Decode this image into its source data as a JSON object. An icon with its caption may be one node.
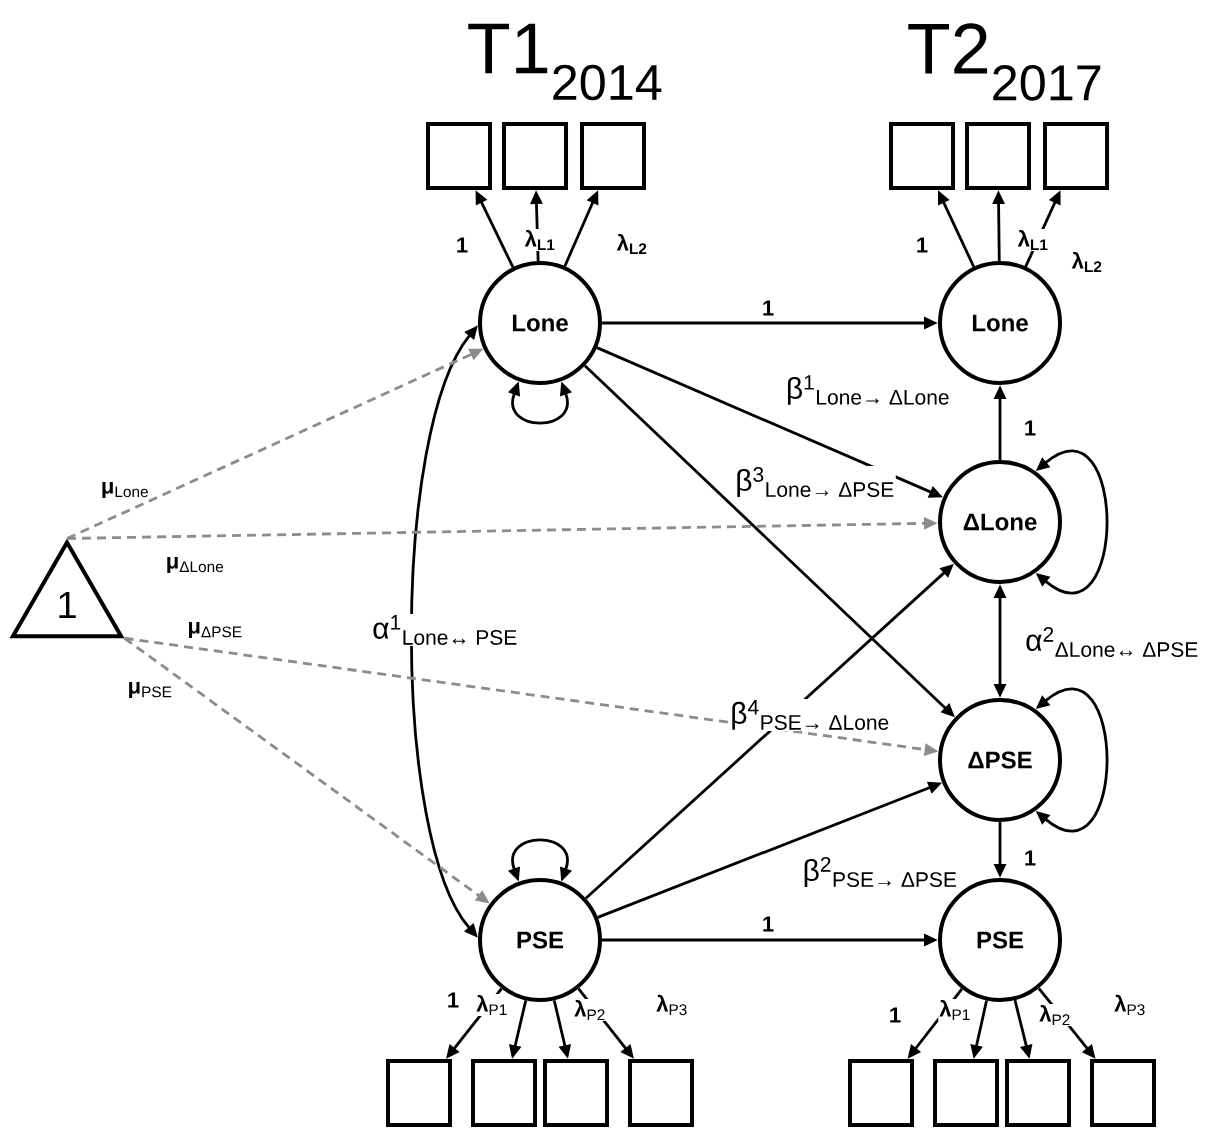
{
  "diagram": {
    "nodes": [
      {
        "text": [
          "1"
        ]
      },
      {
        "text": [
          "Lone"
        ]
      },
      {
        "text": [
          "Lone"
        ]
      },
      {
        "text": [
          "ΔLone"
        ]
      },
      {
        "text": [
          "ΔPSE"
        ]
      },
      {
        "text": [
          "PSE"
        ]
      },
      {
        "text": [
          "PSE"
        ]
      },
      {
        "text": [],
        "shape": "box"
      },
      {
        "text": [],
        "shape": "box"
      },
      {
        "text": [],
        "shape": "box"
      },
      {
        "text": [],
        "shape": "box"
      },
      {
        "text": [],
        "shape": "box"
      },
      {
        "text": [],
        "shape": "box"
      },
      {
        "text": [],
        "shape": "box"
      },
      {
        "text": [],
        "shape": "box"
      },
      {
        "text": [],
        "shape": "box"
      },
      {
        "text": [],
        "shape": "box"
      },
      {
        "text": [],
        "shape": "box"
      },
      {
        "text": [],
        "shape": "box"
      },
      {
        "text": [],
        "shape": "box"
      },
      {
        "text": [],
        "shape": "box"
      }
    ],
    "edges": [
      {
        "from": 1,
        "to": 7,
        "arrow": "to",
        "label": "1"
      },
      {
        "from": 1,
        "to": 8,
        "arrow": "to",
        "label": "λ$_{L1}$"
      },
      {
        "from": 1,
        "to": 9,
        "arrow": "to",
        "label": "λ$_{L2}$"
      },
      {
        "from": 2,
        "to": 10,
        "arrow": "to",
        "label": "1"
      },
      {
        "from": 2,
        "to": 11,
        "arrow": "to",
        "label": "λ$_{L1}$"
      },
      {
        "from": 2,
        "to": 12,
        "arrow": "to",
        "label": "λ$_{L2}$"
      },
      {
        "from": 1,
        "to": 2,
        "arrow": "to",
        "label": "1"
      },
      {
        "from": 1,
        "to": 3,
        "arrow": "to",
        "label": "β$^{1}$$_{Lone→ ΔLone}$"
      },
      {
        "from": 1,
        "to": 4,
        "arrow": "to",
        "label": "β$^{3}$$_{Lone→ ΔPSE}$"
      },
      {
        "from": 5,
        "to": 3,
        "arrow": "to",
        "label": "β$^{4}$$_{PSE→ ΔLone}$"
      },
      {
        "from": 5,
        "to": 4,
        "arrow": "to",
        "label": "β$^{2}$$_{PSE→ ΔPSE}$"
      },
      {
        "from": 5,
        "to": 6,
        "arrow": "to",
        "label": "1"
      },
      {
        "from": 3,
        "to": 2,
        "arrow": "to",
        "label": "1"
      },
      {
        "from": 4,
        "to": 6,
        "arrow": "to",
        "label": "1"
      },
      {
        "from": 3,
        "to": 4,
        "arrow": "both",
        "label": "α$^{2}$$_{ΔLone↔ ΔPSE}$"
      },
      {
        "from": 1,
        "to": 5,
        "arrow": "both",
        "label": "α$^{1}$$_{Lone↔ PSE}$"
      },
      {
        "from": 1,
        "to": 1,
        "arrow": "both"
      },
      {
        "from": 5,
        "to": 5,
        "arrow": "both"
      },
      {
        "from": 3,
        "to": 3,
        "arrow": "both"
      },
      {
        "from": 4,
        "to": 4,
        "arrow": "both"
      },
      {
        "from": 0,
        "to": 1,
        "arrow": "to",
        "style": "dashed",
        "color": "#8c8c8c",
        "label": "**μ**$_{Lone}$"
      },
      {
        "from": 0,
        "to": 3,
        "arrow": "to",
        "style": "dashed",
        "color": "#8c8c8c",
        "label": "**μ**$_{ΔLone}$"
      },
      {
        "from": 0,
        "to": 4,
        "arrow": "to",
        "style": "dashed",
        "color": "#8c8c8c",
        "label": "**μ**$_{ΔPSE}$"
      },
      {
        "from": 0,
        "to": 5,
        "arrow": "to",
        "style": "dashed",
        "color": "#8c8c8c",
        "label": "**μ**$_{PSE}$"
      },
      {
        "from": 5,
        "to": 13,
        "arrow": "to",
        "label": "1"
      },
      {
        "from": 5,
        "to": 14,
        "arrow": "to",
        "label": "**λ**$_{P1}$"
      },
      {
        "from": 5,
        "to": 15,
        "arrow": "to",
        "label": "**λ**$_{P2}$"
      },
      {
        "from": 5,
        "to": 16,
        "arrow": "to",
        "label": "**λ**$_{P3}$"
      },
      {
        "from": 6,
        "to": 17,
        "arrow": "to",
        "label": "1"
      },
      {
        "from": 6,
        "to": 18,
        "arrow": "to",
        "label": "**λ**$_{P1}$"
      },
      {
        "from": 6,
        "to": 19,
        "arrow": "to",
        "label": "**λ**$_{P2}$"
      },
      {
        "from": 6,
        "to": 20,
        "arrow": "to",
        "label": "**λ**$_{P3}$"
      }
    ],
    "labels": [
      "T1$_{2014}$",
      "T2$_{2017}$"
    ]
  }
}
